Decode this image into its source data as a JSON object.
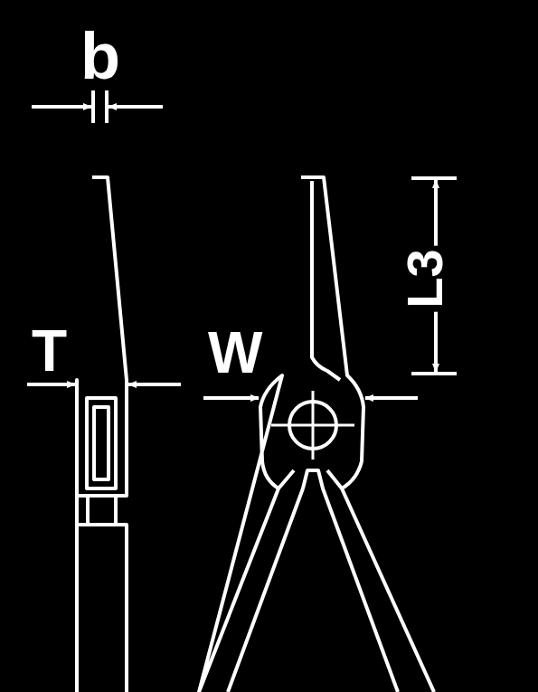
{
  "diagram": {
    "labels": [
      "b",
      "T",
      "W",
      "L3"
    ]
  }
}
